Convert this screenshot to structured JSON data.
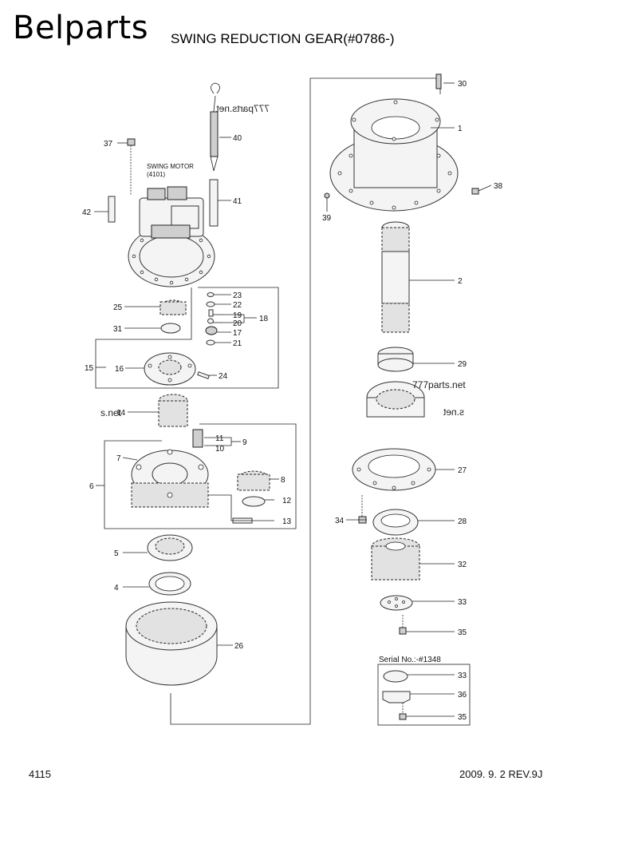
{
  "header": {
    "brand": "Belparts",
    "title": "SWING REDUCTION GEAR(#0786-)"
  },
  "footer": {
    "page_number": "4115",
    "revision": "2009. 9. 2  REV.9J"
  },
  "annotations": {
    "swing_motor": "SWING MOTOR",
    "swing_motor_ref": "(4101)",
    "serial_note": "Serial No.:-#1348"
  },
  "watermarks": [
    "777parts.net",
    "s.net",
    "777parts.net",
    "s.net"
  ],
  "part_labels": {
    "p1": "1",
    "p2": "2",
    "p4": "4",
    "p5": "5",
    "p6": "6",
    "p7": "7",
    "p8": "8",
    "p9": "9",
    "p10": "10",
    "p11": "11",
    "p12": "12",
    "p13": "13",
    "p14": "14",
    "p15": "15",
    "p16": "16",
    "p17": "17",
    "p18": "18",
    "p19": "19",
    "p20": "20",
    "p21": "21",
    "p22": "22",
    "p23": "23",
    "p24": "24",
    "p25": "25",
    "p26": "26",
    "p27": "27",
    "p28": "28",
    "p29": "29",
    "p30": "30",
    "p31": "31",
    "p32": "32",
    "p33": "33",
    "p34": "34",
    "p35": "35",
    "p36": "36",
    "p37": "37",
    "p38": "38",
    "p39": "39",
    "p40": "40",
    "p41": "41",
    "p42": "42",
    "s33": "33",
    "s35": "35",
    "s36": "36"
  }
}
